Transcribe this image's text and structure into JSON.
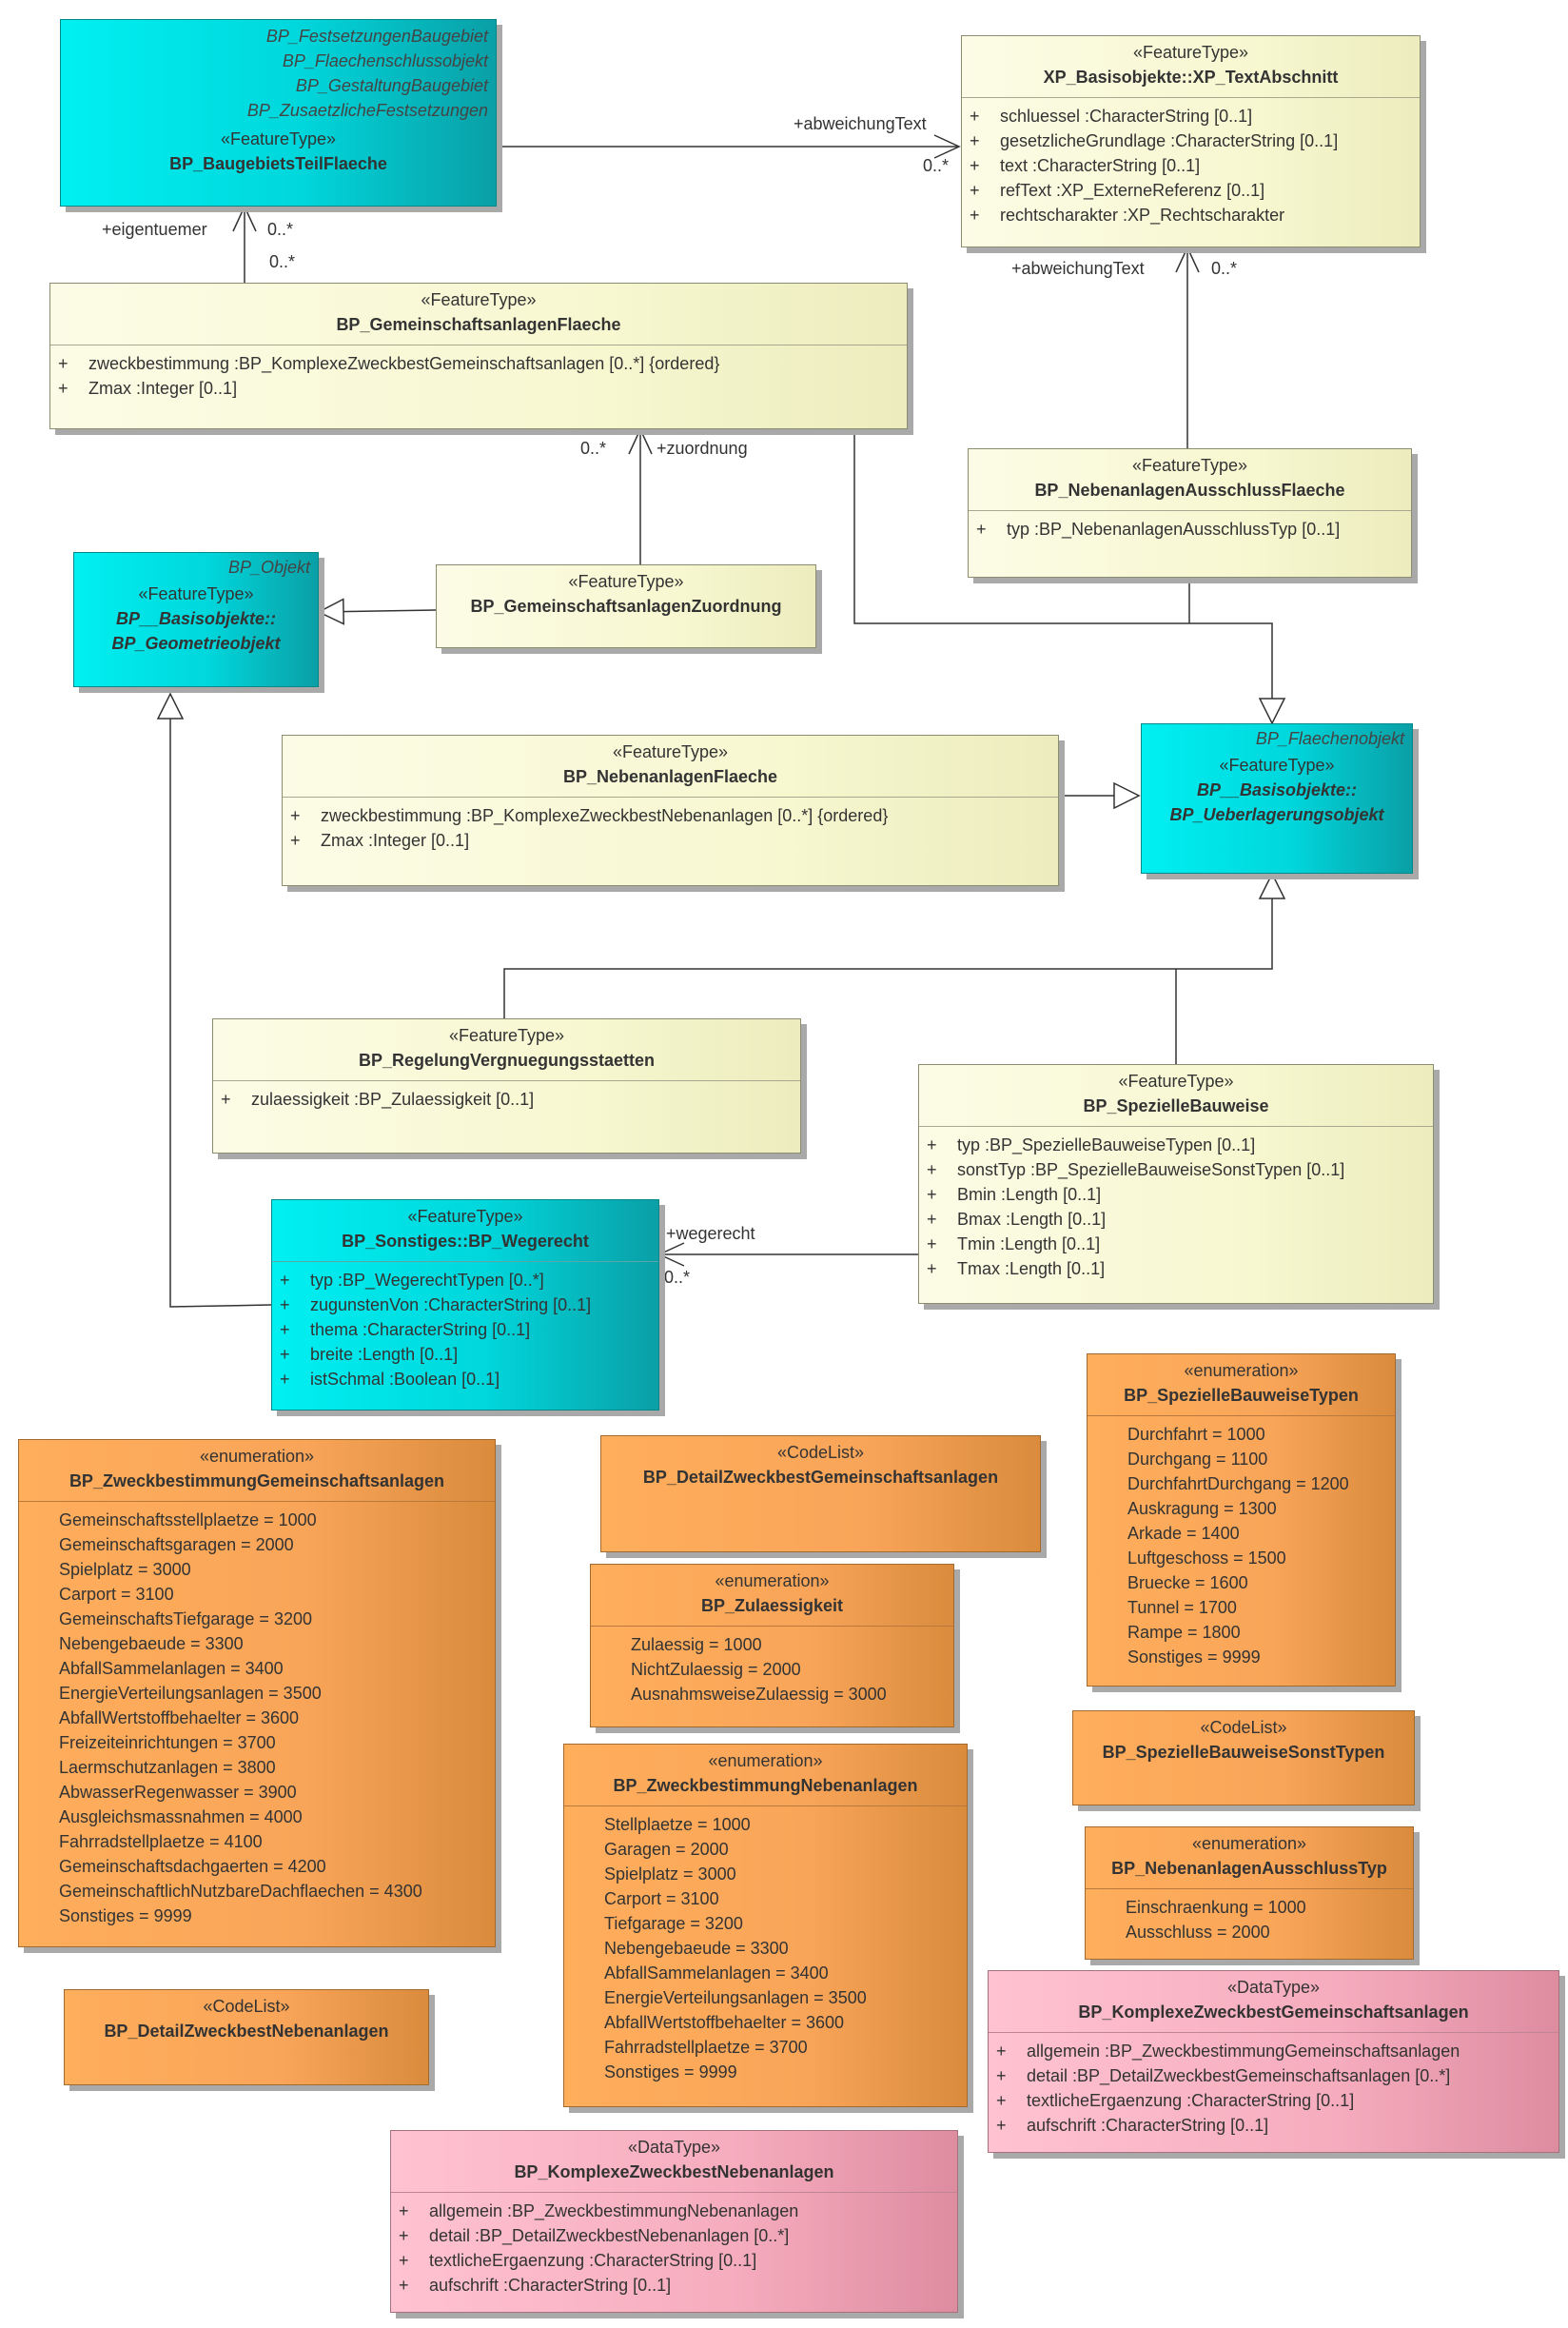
{
  "classes": {
    "baugebiet": {
      "tags": [
        "BP_FestsetzungenBaugebiet",
        "BP_Flaechenschlussobjekt",
        "BP_GestaltungBaugebiet",
        "BP_ZusaetzlicheFestsetzungen"
      ],
      "stereotype": "«FeatureType»",
      "name": "BP_BaugebietsTeilFlaeche"
    },
    "textabschnitt": {
      "stereotype": "«FeatureType»",
      "name": "XP_Basisobjekte::XP_TextAbschnitt",
      "attrs": [
        "schluessel  :CharacterString [0..1]",
        "gesetzlicheGrundlage  :CharacterString [0..1]",
        "text  :CharacterString [0..1]",
        "refText  :XP_ExterneReferenz [0..1]",
        "rechtscharakter  :XP_Rechtscharakter"
      ]
    },
    "gemflaeche": {
      "stereotype": "«FeatureType»",
      "name": "BP_GemeinschaftsanlagenFlaeche",
      "attrs": [
        "zweckbestimmung  :BP_KomplexeZweckbestGemeinschaftsanlagen [0..*] {ordered}",
        "Zmax  :Integer [0..1]"
      ]
    },
    "nebausschluss": {
      "stereotype": "«FeatureType»",
      "name": "BP_NebenanlagenAusschlussFlaeche",
      "attrs": [
        "typ  :BP_NebenanlagenAusschlussTyp [0..1]"
      ]
    },
    "geometrie": {
      "tags": [
        "BP_Objekt"
      ],
      "stereotype": "«FeatureType»",
      "name": "BP__Basisobjekte::",
      "name2": "BP_Geometrieobjekt"
    },
    "zuordnung": {
      "stereotype": "«FeatureType»",
      "name": "BP_GemeinschaftsanlagenZuordnung"
    },
    "nebflaeche": {
      "stereotype": "«FeatureType»",
      "name": "BP_NebenanlagenFlaeche",
      "attrs": [
        "zweckbestimmung  :BP_KomplexeZweckbestNebenanlagen [0..*] {ordered}",
        "Zmax  :Integer [0..1]"
      ]
    },
    "ueberlagerung": {
      "tags": [
        "BP_Flaechenobjekt"
      ],
      "stereotype": "«FeatureType»",
      "name": "BP__Basisobjekte::",
      "name2": "BP_Ueberlagerungsobjekt"
    },
    "vergnuegung": {
      "stereotype": "«FeatureType»",
      "name": "BP_RegelungVergnuegungsstaetten",
      "attrs": [
        "zulaessigkeit  :BP_Zulaessigkeit [0..1]"
      ]
    },
    "bauweise": {
      "stereotype": "«FeatureType»",
      "name": "BP_SpezielleBauweise",
      "attrs": [
        "typ  :BP_SpezielleBauweiseTypen [0..1]",
        "sonstTyp  :BP_SpezielleBauweiseSonstTypen [0..1]",
        "Bmin  :Length [0..1]",
        "Bmax  :Length [0..1]",
        "Tmin  :Length [0..1]",
        "Tmax  :Length [0..1]"
      ]
    },
    "wegerecht": {
      "stereotype": "«FeatureType»",
      "name": "BP_Sonstiges::BP_Wegerecht",
      "attrs": [
        "typ  :BP_WegerechtTypen [0..*]",
        "zugunstenVon  :CharacterString [0..1]",
        "thema  :CharacterString [0..1]",
        "breite  :Length [0..1]",
        "istSchmal  :Boolean [0..1]"
      ]
    },
    "bauweisetypen": {
      "stereotype": "«enumeration»",
      "name": "BP_SpezielleBauweiseTypen",
      "literals": [
        "Durchfahrt = 1000",
        "Durchgang = 1100",
        "DurchfahrtDurchgang = 1200",
        "Auskragung = 1300",
        "Arkade = 1400",
        "Luftgeschoss = 1500",
        "Bruecke = 1600",
        "Tunnel = 1700",
        "Rampe = 1800",
        "Sonstiges = 9999"
      ]
    },
    "zweckgem": {
      "stereotype": "«enumeration»",
      "name": "BP_ZweckbestimmungGemeinschaftsanlagen",
      "literals": [
        "Gemeinschaftsstellplaetze = 1000",
        "Gemeinschaftsgaragen = 2000",
        "Spielplatz = 3000",
        "Carport = 3100",
        "GemeinschaftsTiefgarage = 3200",
        "Nebengebaeude = 3300",
        "AbfallSammelanlagen = 3400",
        "EnergieVerteilungsanlagen = 3500",
        "AbfallWertstoffbehaelter = 3600",
        "Freizeiteinrichtungen = 3700",
        "Laermschutzanlagen = 3800",
        "AbwasserRegenwasser = 3900",
        "Ausgleichsmassnahmen = 4000",
        "Fahrradstellplaetze = 4100",
        "Gemeinschaftsdachgaerten = 4200",
        "GemeinschaftlichNutzbareDachflaechen  = 4300",
        "Sonstiges = 9999"
      ]
    },
    "detailgem": {
      "stereotype": "«CodeList»",
      "name": "BP_DetailZweckbestGemeinschaftsanlagen"
    },
    "zulaessigkeit": {
      "stereotype": "«enumeration»",
      "name": "BP_Zulaessigkeit",
      "literals": [
        "Zulaessig = 1000",
        "NichtZulaessig = 2000",
        "AusnahmsweiseZulaessig = 3000"
      ]
    },
    "zwecknebenanl": {
      "stereotype": "«enumeration»",
      "name": "BP_ZweckbestimmungNebenanlagen",
      "literals": [
        "Stellplaetze = 1000",
        "Garagen = 2000",
        "Spielplatz = 3000",
        "Carport = 3100",
        "Tiefgarage = 3200",
        "Nebengebaeude = 3300",
        "AbfallSammelanlagen = 3400",
        "EnergieVerteilungsanlagen = 3500",
        "AbfallWertstoffbehaelter = 3600",
        "Fahrradstellplaetze = 3700",
        "Sonstiges = 9999"
      ]
    },
    "bauweisesonst": {
      "stereotype": "«CodeList»",
      "name": "BP_SpezielleBauweiseSonstTypen"
    },
    "ausschlusstyp": {
      "stereotype": "«enumeration»",
      "name": "BP_NebenanlagenAusschlussTyp",
      "literals": [
        "Einschraenkung = 1000",
        "Ausschluss = 2000"
      ]
    },
    "komplexgem": {
      "stereotype": "«DataType»",
      "name": "BP_KomplexeZweckbestGemeinschaftsanlagen",
      "attrs": [
        "allgemein  :BP_ZweckbestimmungGemeinschaftsanlagen",
        "detail  :BP_DetailZweckbestGemeinschaftsanlagen [0..*]",
        "textlicheErgaenzung  :CharacterString [0..1]",
        "aufschrift  :CharacterString [0..1]"
      ]
    },
    "detailneben": {
      "stereotype": "«CodeList»",
      "name": "BP_DetailZweckbestNebenanlagen"
    },
    "komplexneben": {
      "stereotype": "«DataType»",
      "name": "BP_KomplexeZweckbestNebenanlagen",
      "attrs": [
        "allgemein  :BP_ZweckbestimmungNebenanlagen",
        "detail  :BP_DetailZweckbestNebenanlagen [0..*]",
        "textlicheErgaenzung  :CharacterString [0..1]",
        "aufschrift  :CharacterString [0..1]"
      ]
    }
  },
  "labels": {
    "abweichung1": "+abweichungText",
    "mult1": "0..*",
    "eigentuemer": "+eigentuemer",
    "mult2": "0..*",
    "mult3": "0..*",
    "abweichung2": "+abweichungText",
    "mult4": "0..*",
    "mult5": "0..*",
    "zuordnung": "+zuordnung",
    "wegerecht": "+wegerecht",
    "mult6": "0..*"
  },
  "visibility": "+",
  "colors": {
    "featuretype": "#f7f7d0",
    "abstract": "#00d7dc",
    "enumeration": "#f9a559",
    "datatype": "#f6adbe",
    "line": "#333333"
  }
}
